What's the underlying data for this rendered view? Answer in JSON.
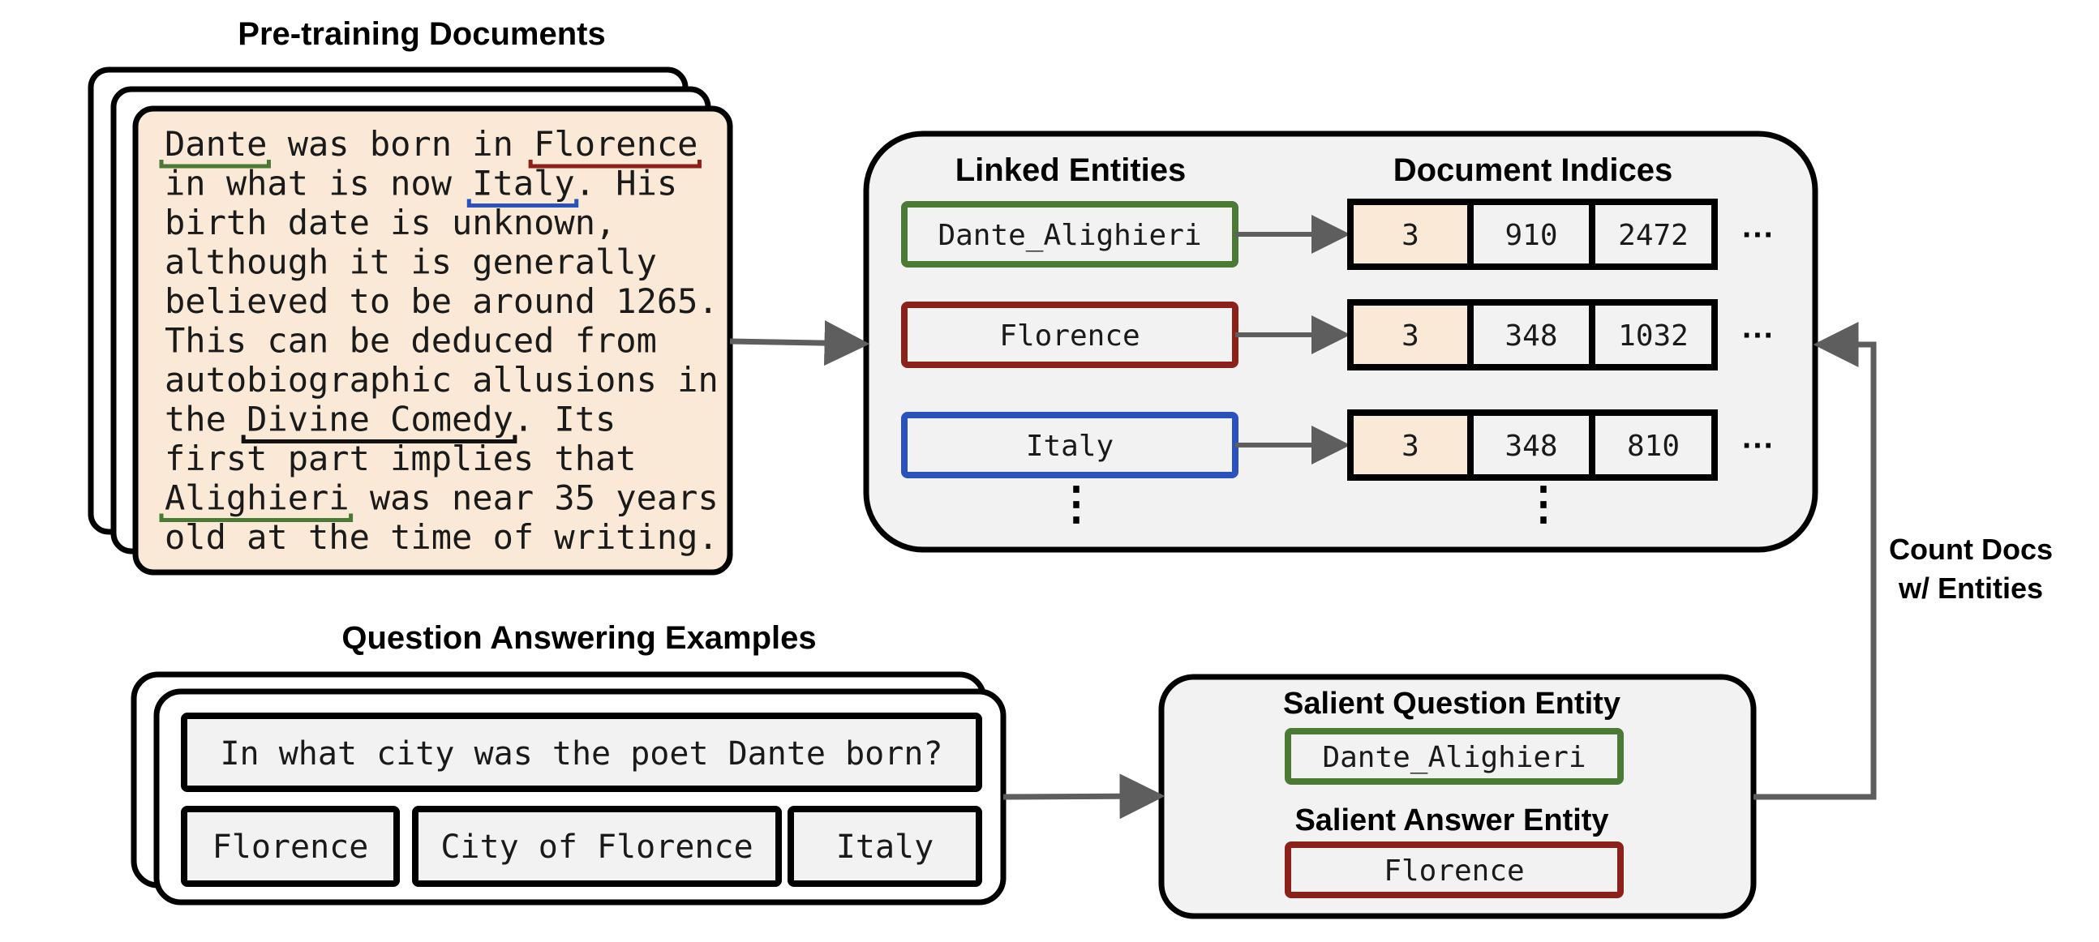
{
  "colors": {
    "doc_fill": "#fae9d6",
    "panel_fill": "#f2f2f2",
    "green": "#4a7a34",
    "red": "#8b2119",
    "blue": "#2a52be",
    "black": "#111111",
    "arrow": "#5e5e5e"
  },
  "pretraining": {
    "title": "Pre-training Documents",
    "lines": [
      "Dante was born in Florence",
      "in what is now Italy. His",
      "birth date is unknown,",
      "although it is generally",
      "believed to be around 1265.",
      "This can be deduced from",
      "autobiographic allusions in",
      "the Divine Comedy. Its",
      "first part implies that",
      "Alighieri was near 35 years",
      "old at the time of writing."
    ],
    "mentions": [
      {
        "text": "Dante",
        "color": "green"
      },
      {
        "text": "Florence",
        "color": "red"
      },
      {
        "text": "Italy",
        "color": "blue"
      },
      {
        "text": "Divine Comedy",
        "color": "black"
      },
      {
        "text": "Alighieri",
        "color": "green"
      }
    ]
  },
  "index": {
    "linked_title": "Linked Entities",
    "indices_title": "Document Indices",
    "rows": [
      {
        "entity": "Dante_Alighieri",
        "color": "green",
        "docs": [
          "3",
          "910",
          "2472"
        ]
      },
      {
        "entity": "Florence",
        "color": "red",
        "docs": [
          "3",
          "348",
          "1032"
        ]
      },
      {
        "entity": "Italy",
        "color": "blue",
        "docs": [
          "3",
          "348",
          "810"
        ]
      }
    ],
    "ellipsis_h": "···",
    "ellipsis_v": "⋮"
  },
  "qa": {
    "title": "Question Answering Examples",
    "question": "In what city was the poet Dante born?",
    "answers": [
      "Florence",
      "City of Florence",
      "Italy"
    ]
  },
  "salient": {
    "question_title": "Salient Question Entity",
    "question_entity": "Dante_Alighieri",
    "answer_title": "Salient Answer Entity",
    "answer_entity": "Florence"
  },
  "count_label": [
    "Count Docs",
    "w/ Entities"
  ]
}
